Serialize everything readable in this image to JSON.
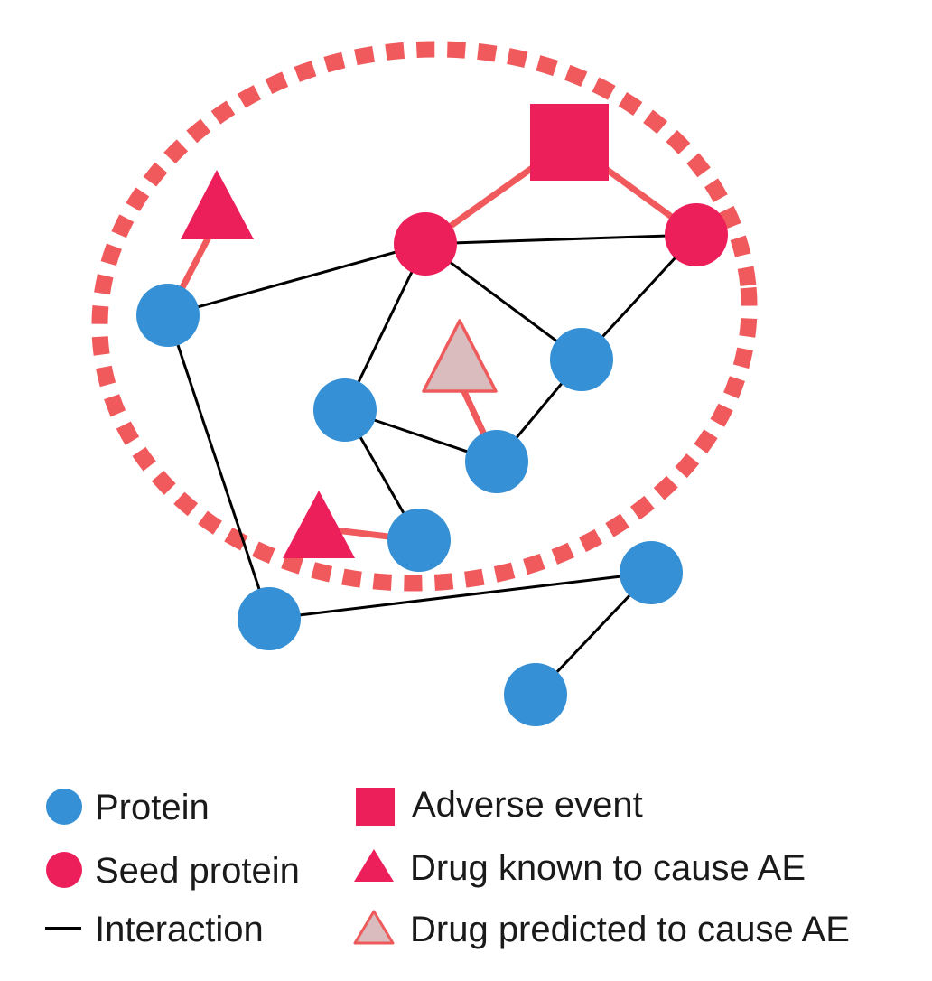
{
  "colors": {
    "protein": "#3590d5",
    "seed_protein": "#ec1f5b",
    "adverse_event": "#ec1f5b",
    "drug_known": "#ec1f5b",
    "drug_predicted_fill": "#dbbcbe",
    "drug_predicted_stroke": "#ee5a5b",
    "drug_link": "#f05a5c",
    "module_boundary": "#f05a5c",
    "interaction": "#000000"
  },
  "legend": {
    "protein": "Protein",
    "seed_protein": "Seed protein",
    "interaction": "Interaction",
    "adverse_event": "Adverse event",
    "drug_known": "Drug known to cause AE",
    "drug_predicted": "Drug predicted to cause AE"
  }
}
